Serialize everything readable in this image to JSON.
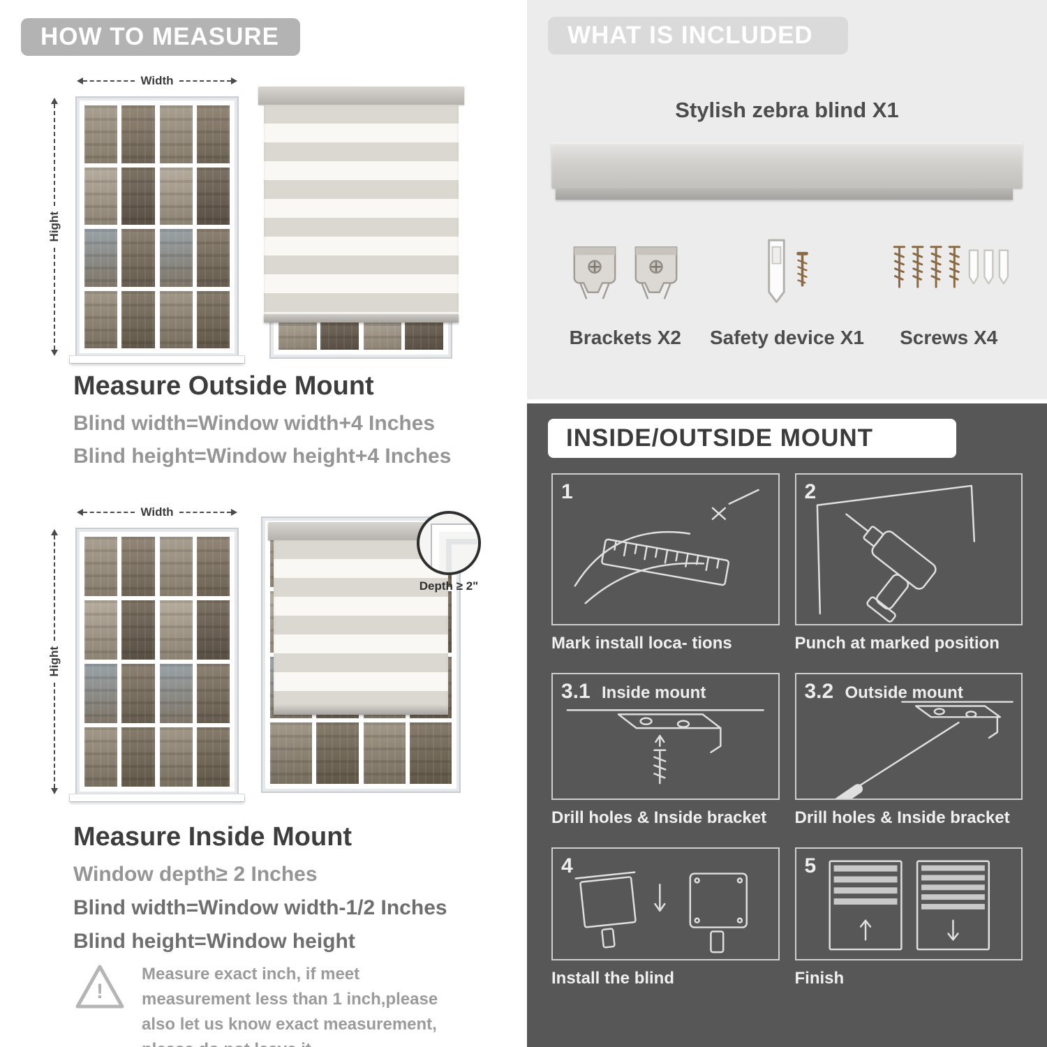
{
  "left": {
    "header": "HOW TO MEASURE",
    "warning_mark": "!",
    "outside": {
      "width_label": "Width",
      "height_label": "Hight",
      "title": "Measure Outside Mount",
      "line1": "Blind width=Window width+4 Inches",
      "line2": "Blind height=Window height+4 Inches"
    },
    "inside": {
      "width_label": "Width",
      "height_label": "Hight",
      "depth_label": "Depth ≥ 2\"",
      "title": "Measure Inside Mount",
      "line1": "Window depth≥ 2 Inches",
      "line2": "Blind width=Window width-1/2 Inches",
      "line3": "Blind height=Window height"
    },
    "note": "Measure exact inch, if meet measurement less than 1 inch,please also let us know exact measurement, please do not leave it"
  },
  "right": {
    "included": {
      "header": "WHAT IS INCLUDED",
      "blind_label": "Stylish zebra blind X1",
      "items": [
        "Brackets X2",
        "Safety device X1",
        "Screws X4"
      ]
    },
    "mount": {
      "header": "INSIDE/OUTSIDE MOUNT",
      "steps": [
        {
          "num": "1",
          "sub": "",
          "caption": "Mark install loca- tions"
        },
        {
          "num": "2",
          "sub": "",
          "caption": "Punch at  marked position"
        },
        {
          "num": "3.1",
          "sub": "Inside mount",
          "caption": "Drill holes &  Inside bracket"
        },
        {
          "num": "3.2",
          "sub": "Outside mount",
          "caption": "Drill holes &  Inside bracket"
        },
        {
          "num": "4",
          "sub": "",
          "caption": "Install the blind"
        },
        {
          "num": "5",
          "sub": "",
          "caption": "Finish"
        }
      ]
    }
  }
}
